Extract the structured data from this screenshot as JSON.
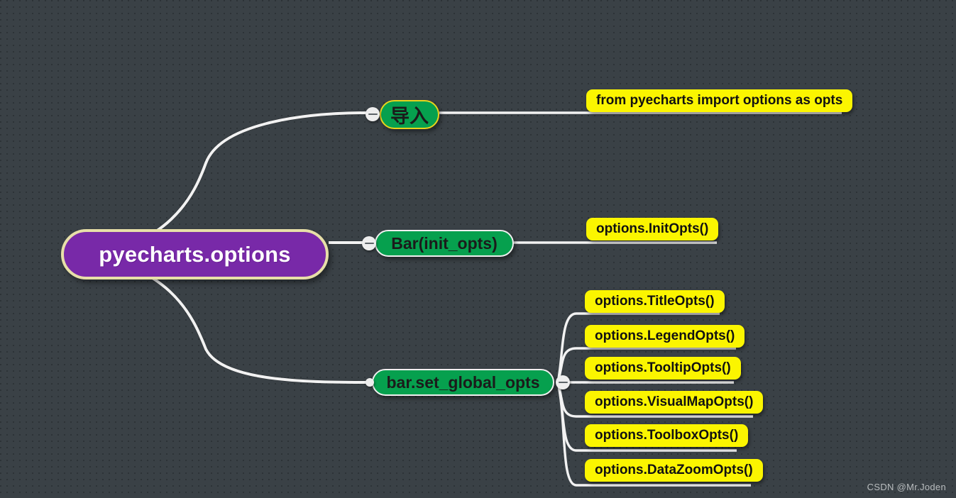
{
  "diagram": {
    "title": "pyecharts.options mind map",
    "background_color": "#3a4146",
    "watermark": "CSDN @Mr.Joden"
  },
  "root": {
    "label": "pyecharts.options",
    "fill": "#7829a8",
    "border": "#e7dfa8",
    "text_color": "#ffffff"
  },
  "branches": [
    {
      "label": "导入",
      "fill": "#06a04e",
      "border": "#e8d41c",
      "handle": "collapse-handle",
      "leaves": [
        {
          "label": "from pyecharts import options as opts",
          "fill": "#fbf500"
        }
      ]
    },
    {
      "label": "Bar(init_opts)",
      "fill": "#06a04e",
      "border": "#f0f0f0",
      "handle": "collapse-handle",
      "leaves": [
        {
          "label": "options.InitOpts()",
          "fill": "#fbf500"
        }
      ]
    },
    {
      "label": "bar.set_global_opts",
      "fill": "#06a04e",
      "border": "#f0f0f0",
      "handle": "collapse-handle",
      "leaves": [
        {
          "label": "options.TitleOpts()",
          "fill": "#fbf500"
        },
        {
          "label": "options.LegendOpts()",
          "fill": "#fbf500"
        },
        {
          "label": "options.TooltipOpts()",
          "fill": "#fbf500"
        },
        {
          "label": "options.VisualMapOpts()",
          "fill": "#fbf500"
        },
        {
          "label": "options.ToolboxOpts()",
          "fill": "#fbf500"
        },
        {
          "label": "options.DataZoomOpts()",
          "fill": "#fbf500"
        }
      ]
    }
  ]
}
